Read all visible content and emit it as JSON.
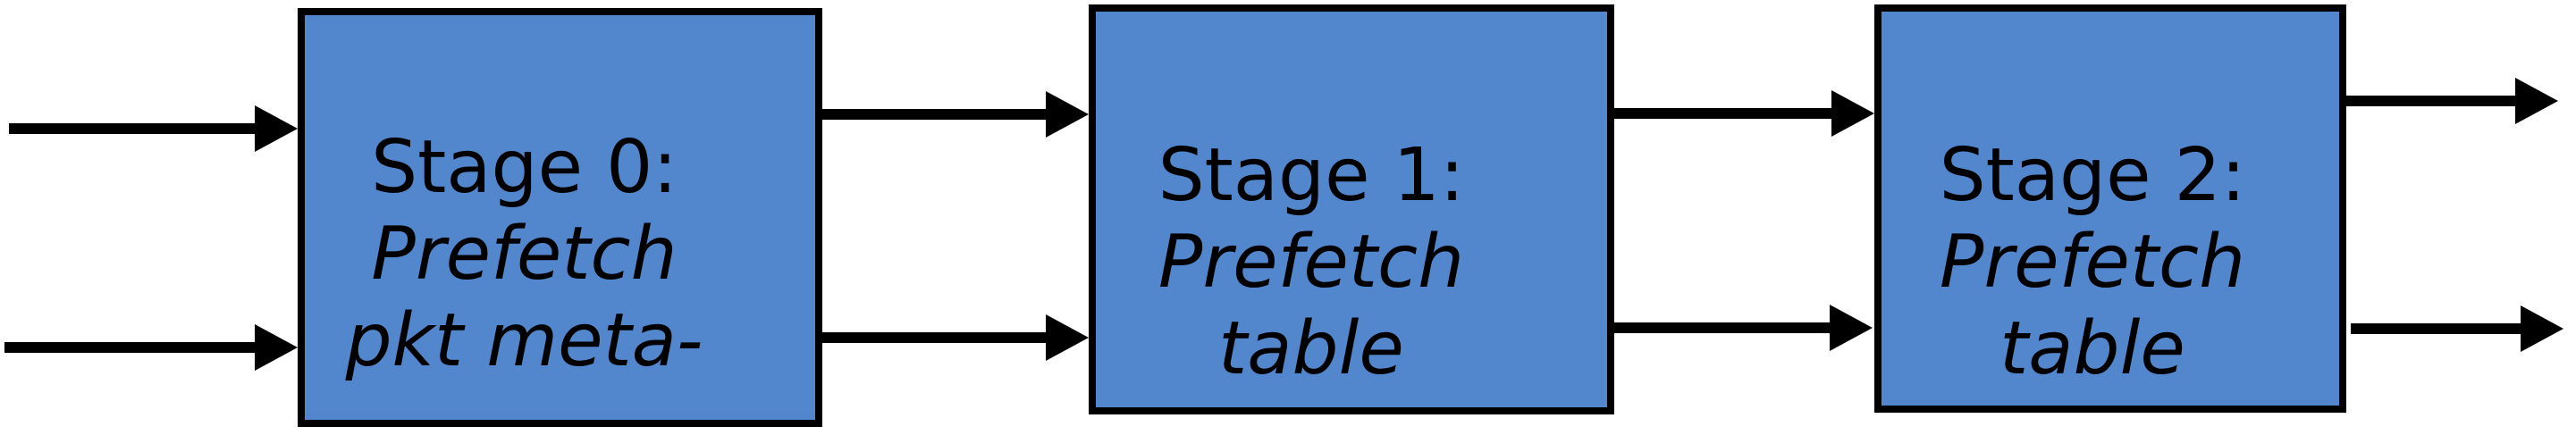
{
  "diagram": {
    "background": "#ffffff",
    "box_fill": "#5287cd",
    "box_border_color": "#000000",
    "arrow_color": "#000000",
    "stages": [
      {
        "title": "Stage 0:",
        "italic_line1": "Prefetch",
        "italic_line2": "pkt meta-"
      },
      {
        "title": "Stage 1:",
        "italic_line1": "Prefetch",
        "italic_line2": "table"
      },
      {
        "title": "Stage 2:",
        "italic_line1": "Prefetch",
        "italic_line2": "table"
      }
    ],
    "connections": [
      {
        "name": "input-arrow-top",
        "from": "input",
        "to": "Stage 0"
      },
      {
        "name": "input-arrow-bottom",
        "from": "input",
        "to": "Stage 0"
      },
      {
        "name": "stage0-to-stage1-arrow-top",
        "from": "Stage 0",
        "to": "Stage 1"
      },
      {
        "name": "stage0-to-stage1-arrow-bottom",
        "from": "Stage 0",
        "to": "Stage 1"
      },
      {
        "name": "stage1-to-stage2-arrow-top",
        "from": "Stage 1",
        "to": "Stage 2"
      },
      {
        "name": "stage1-to-stage2-arrow-bottom",
        "from": "Stage 1",
        "to": "Stage 2"
      },
      {
        "name": "output-arrow-top",
        "from": "Stage 2",
        "to": "output"
      },
      {
        "name": "output-arrow-bottom",
        "from": "Stage 2",
        "to": "output"
      }
    ]
  }
}
